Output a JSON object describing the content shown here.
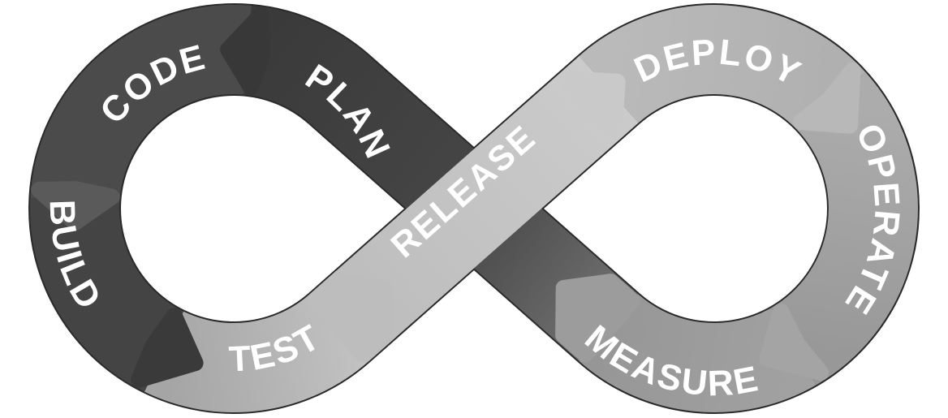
{
  "diagram": {
    "title": "devops-infinity-loop",
    "background_color": "#ffffff",
    "label_color": "#ffffff",
    "stages": [
      {
        "id": "plan",
        "label": "PLAN",
        "color": "#3c3c3c",
        "lobe": "left",
        "position": "upper-right-and-crossing"
      },
      {
        "id": "code",
        "label": "CODE",
        "color": "#4b4b4b",
        "lobe": "left",
        "position": "top-left"
      },
      {
        "id": "build",
        "label": "BUILD",
        "color": "#444444",
        "lobe": "left",
        "position": "left"
      },
      {
        "id": "test",
        "label": "TEST",
        "color": "#b5b5b5",
        "lobe": "left",
        "position": "bottom"
      },
      {
        "id": "release",
        "label": "RELEASE",
        "color": "#c3c3c3",
        "lobe": "cross",
        "position": "ascending-center-band"
      },
      {
        "id": "deploy",
        "label": "DEPLOY",
        "color": "#b4b4b4",
        "lobe": "right",
        "position": "top"
      },
      {
        "id": "operate",
        "label": "OPERATE",
        "color": "#a1a1a1",
        "lobe": "right",
        "position": "right"
      },
      {
        "id": "measure",
        "label": "MEASURE",
        "color": "#9c9c9c",
        "lobe": "right",
        "position": "bottom"
      }
    ],
    "flow_arrows": [
      {
        "from": "PLAN",
        "to": "CODE"
      },
      {
        "from": "CODE",
        "to": "BUILD"
      },
      {
        "from": "BUILD",
        "to": "TEST"
      },
      {
        "from": "TEST",
        "to": "RELEASE"
      },
      {
        "from": "RELEASE",
        "to": "DEPLOY"
      },
      {
        "from": "DEPLOY",
        "to": "OPERATE"
      },
      {
        "from": "OPERATE",
        "to": "MEASURE"
      },
      {
        "from": "MEASURE",
        "to": "PLAN"
      }
    ]
  }
}
